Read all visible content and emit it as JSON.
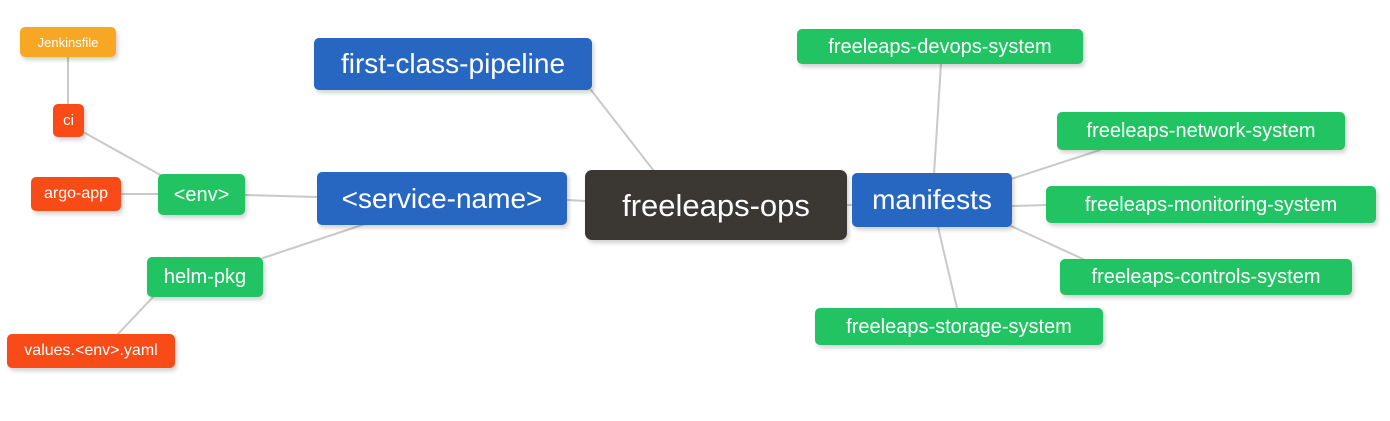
{
  "diagram": {
    "type": "mindmap",
    "edge_color": "#c9c9c9",
    "palette": {
      "blue": "#2767c2",
      "green": "#22c363",
      "red": "#f94b17",
      "orange": "#f8a725",
      "dark": "#3b3834"
    },
    "nodes": {
      "jenkinsfile": {
        "label": "Jenkinsfile",
        "color": "#f8a725"
      },
      "ci": {
        "label": "ci",
        "color": "#f94b17"
      },
      "argo_app": {
        "label": "argo-app",
        "color": "#f94b17"
      },
      "env": {
        "label": "<env>",
        "color": "#22c363"
      },
      "helm_pkg": {
        "label": "helm-pkg",
        "color": "#22c363"
      },
      "values_env_yaml": {
        "label": "values.<env>.yaml",
        "color": "#f94b17"
      },
      "first_class_pipeline": {
        "label": "first-class-pipeline",
        "color": "#2767c2"
      },
      "service_name": {
        "label": "<service-name>",
        "color": "#2767c2"
      },
      "root": {
        "label": "freeleaps-ops",
        "color": "#3b3834"
      },
      "manifests": {
        "label": "manifests",
        "color": "#2767c2"
      },
      "devops_system": {
        "label": "freeleaps-devops-system",
        "color": "#22c363"
      },
      "network_system": {
        "label": "freeleaps-network-system",
        "color": "#22c363"
      },
      "monitoring_system": {
        "label": "freeleaps-monitoring-system",
        "color": "#22c363"
      },
      "controls_system": {
        "label": "freeleaps-controls-system",
        "color": "#22c363"
      },
      "storage_system": {
        "label": "freeleaps-storage-system",
        "color": "#22c363"
      }
    },
    "edges": [
      {
        "from": "freeleaps-ops",
        "to": "first-class-pipeline"
      },
      {
        "from": "freeleaps-ops",
        "to": "<service-name>"
      },
      {
        "from": "freeleaps-ops",
        "to": "manifests"
      },
      {
        "from": "<service-name>",
        "to": "<env>"
      },
      {
        "from": "<service-name>",
        "to": "helm-pkg"
      },
      {
        "from": "<env>",
        "to": "ci"
      },
      {
        "from": "<env>",
        "to": "argo-app"
      },
      {
        "from": "ci",
        "to": "Jenkinsfile"
      },
      {
        "from": "helm-pkg",
        "to": "values.<env>.yaml"
      },
      {
        "from": "manifests",
        "to": "freeleaps-devops-system"
      },
      {
        "from": "manifests",
        "to": "freeleaps-network-system"
      },
      {
        "from": "manifests",
        "to": "freeleaps-monitoring-system"
      },
      {
        "from": "manifests",
        "to": "freeleaps-controls-system"
      },
      {
        "from": "manifests",
        "to": "freeleaps-storage-system"
      }
    ]
  }
}
